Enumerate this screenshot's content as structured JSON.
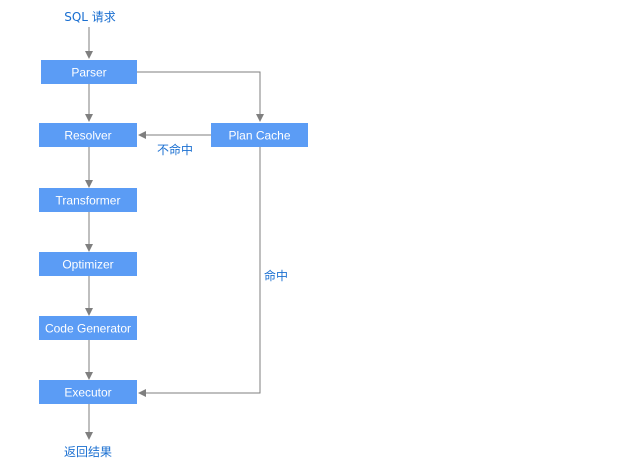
{
  "colors": {
    "node_fill": "#5b9cf5",
    "node_text": "#ffffff",
    "edge": "#7f7f7f",
    "label_text": "#1a6fd1"
  },
  "labels": {
    "input": "SQL 请求",
    "output": "返回结果",
    "miss": "不命中",
    "hit": "命中"
  },
  "nodes": {
    "parser": "Parser",
    "resolver": "Resolver",
    "transformer": "Transformer",
    "optimizer": "Optimizer",
    "code_generator": "Code Generator",
    "executor": "Executor",
    "plan_cache": "Plan Cache"
  }
}
